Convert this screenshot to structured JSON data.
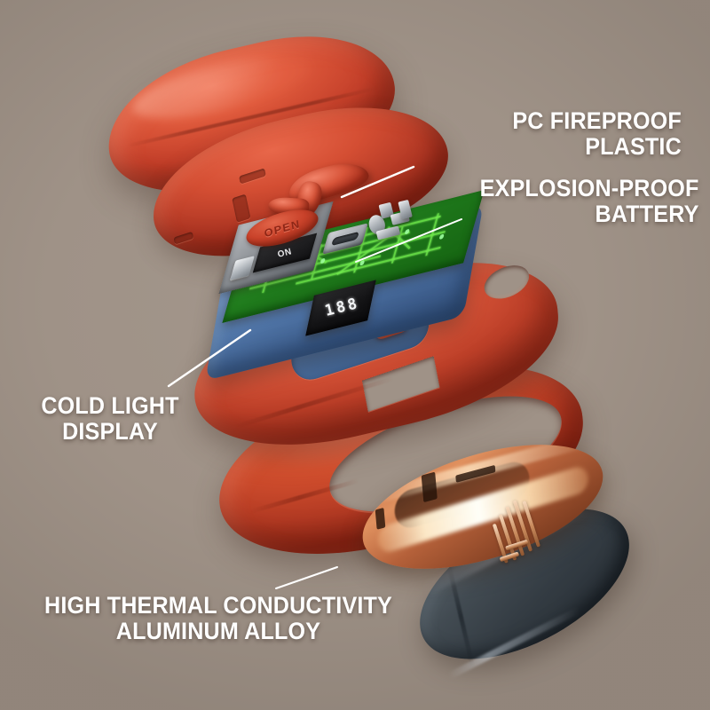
{
  "meta": {
    "background_color": "#9f9287",
    "label_color": "#ffffff",
    "product_accent_red": "#d6512f",
    "battery_blue": "#4f74a6",
    "pcb_green": "#1f7a1c",
    "copper": "#c8744a",
    "base_plate_gray": "#3b4248"
  },
  "callouts": [
    {
      "id": "pc-fireproof-plastic",
      "text": "PC FIREPROOF\nPLASTIC"
    },
    {
      "id": "explosion-proof-battery",
      "text": "EXPLOSION-PROOF\nBATTERY"
    },
    {
      "id": "cold-light-display",
      "text": "COLD LIGHT\nDISPLAY"
    },
    {
      "id": "high-thermal-conductivity-aluminum-alloy",
      "text": "HIGH THERMAL CONDUCTIVITY\nALUMINUM ALLOY"
    }
  ],
  "product_markings": {
    "open_latch": "OPEN",
    "power_chip": "ON",
    "display_digits": "188"
  },
  "display": {
    "digit_1": "1",
    "digit_2": "8",
    "digit_3": "8"
  }
}
